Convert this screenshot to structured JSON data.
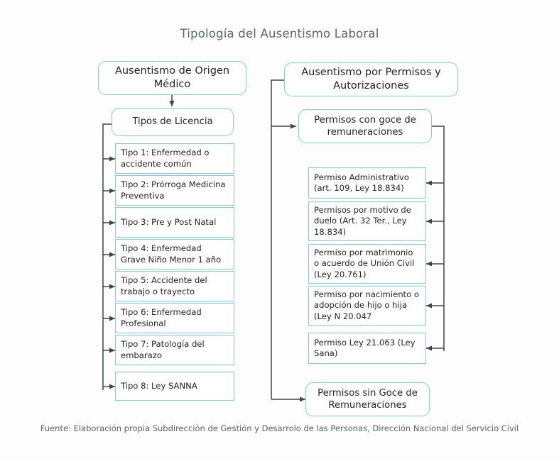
{
  "page": {
    "title": "Tipología del Ausentismo Laboral",
    "footer": "Fuente: Elaboración propia Subdirección de Gestión y Desarrolo de las Personas, Dirección Nacional del Servicio Civil",
    "background_color": "#fdfdfd",
    "box_border_color": "#7ccfdd",
    "connector_color": "#3f4448",
    "text_color": "#232323",
    "title_color": "#5c6670"
  },
  "diagram": {
    "type": "flowchart",
    "orientation": "top-down, two branches",
    "left_branch": {
      "root": "Ausentismo de Origen Médico",
      "category": "Tipos de Licencia",
      "items": [
        "Tipo 1: Enfermedad o accidente común",
        "Tipo 2: Prórroga Medicina Preventiva",
        "Tipo 3: Pre y Post Natal",
        "Tipo 4: Enfermedad Grave Niño Menor 1 año",
        "Tipo 5: Accidente del trabajo o trayecto",
        "Tipo 6: Enfermedad Profesional",
        "Tipo 7: Patología del embarazo",
        "Tipo 8: Ley SANNA"
      ]
    },
    "right_branch": {
      "root": "Ausentismo  por Permisos y Autorizaciones",
      "category_with_pay": "Permisos con goce de remuneraciones",
      "category_without_pay": "Permisos sin Goce de Remuneraciones",
      "items": [
        "Permiso Administrativo (art. 109, Ley 18.834)",
        "Permisos por motivo de duelo (Art. 32 Ter., Ley 18.834)",
        "Permiso por matrimonio o acuerdo de Unión Civil (Ley 20.761)",
        "Permiso por nacimiento o adopción de hijo o hija (Ley N 20.047",
        "Permiso Ley  21.063 (Ley Sana)"
      ]
    }
  }
}
